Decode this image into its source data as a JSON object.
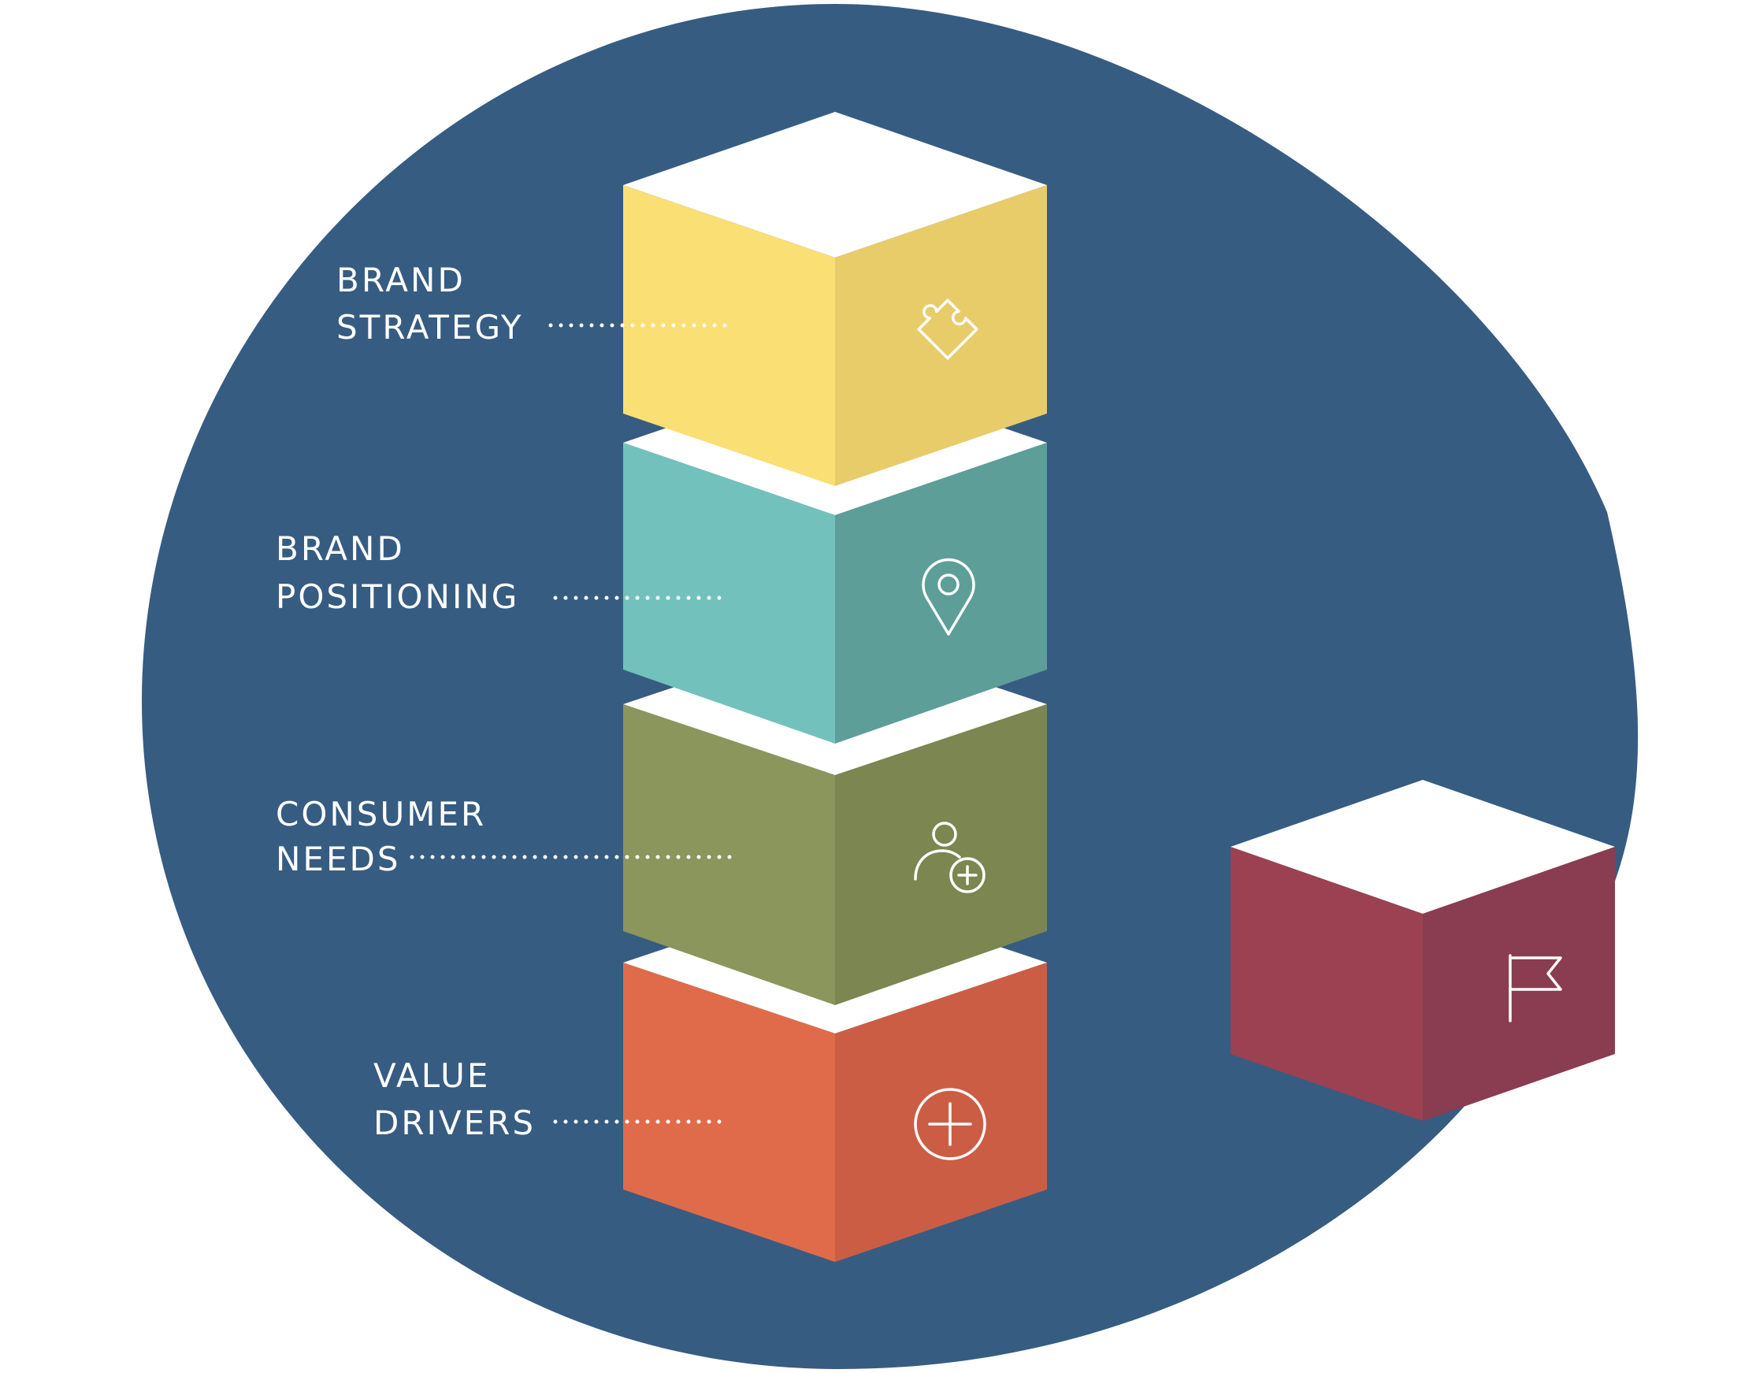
{
  "colors": {
    "background": "#ffffff",
    "blob": "#375c82",
    "label_text": "#ffffff",
    "cube_top": "#ffffff",
    "icon_stroke": "#ffffff"
  },
  "layers": [
    {
      "id": "brand-strategy",
      "label_line1": "BRAND",
      "label_line2": "STRATEGY",
      "icon": "puzzle-piece-icon",
      "front_color": "#f9df74",
      "side_color": "#e8cc6a"
    },
    {
      "id": "brand-positioning",
      "label_line1": "BRAND",
      "label_line2": "POSITIONING",
      "icon": "map-pin-icon",
      "front_color": "#72c1bc",
      "side_color": "#5d9e99"
    },
    {
      "id": "consumer-needs",
      "label_line1": "CONSUMER",
      "label_line2": "NEEDS",
      "icon": "add-user-icon",
      "front_color": "#8a965c",
      "side_color": "#7b8650"
    },
    {
      "id": "value-drivers",
      "label_line1": "VALUE",
      "label_line2": "DRIVERS",
      "icon": "plus-circle-icon",
      "front_color": "#e06b4a",
      "side_color": "#cc5d45"
    }
  ],
  "separate_block": {
    "icon": "flag-icon",
    "front_color": "#9b4152",
    "side_color": "#8a3c50"
  }
}
